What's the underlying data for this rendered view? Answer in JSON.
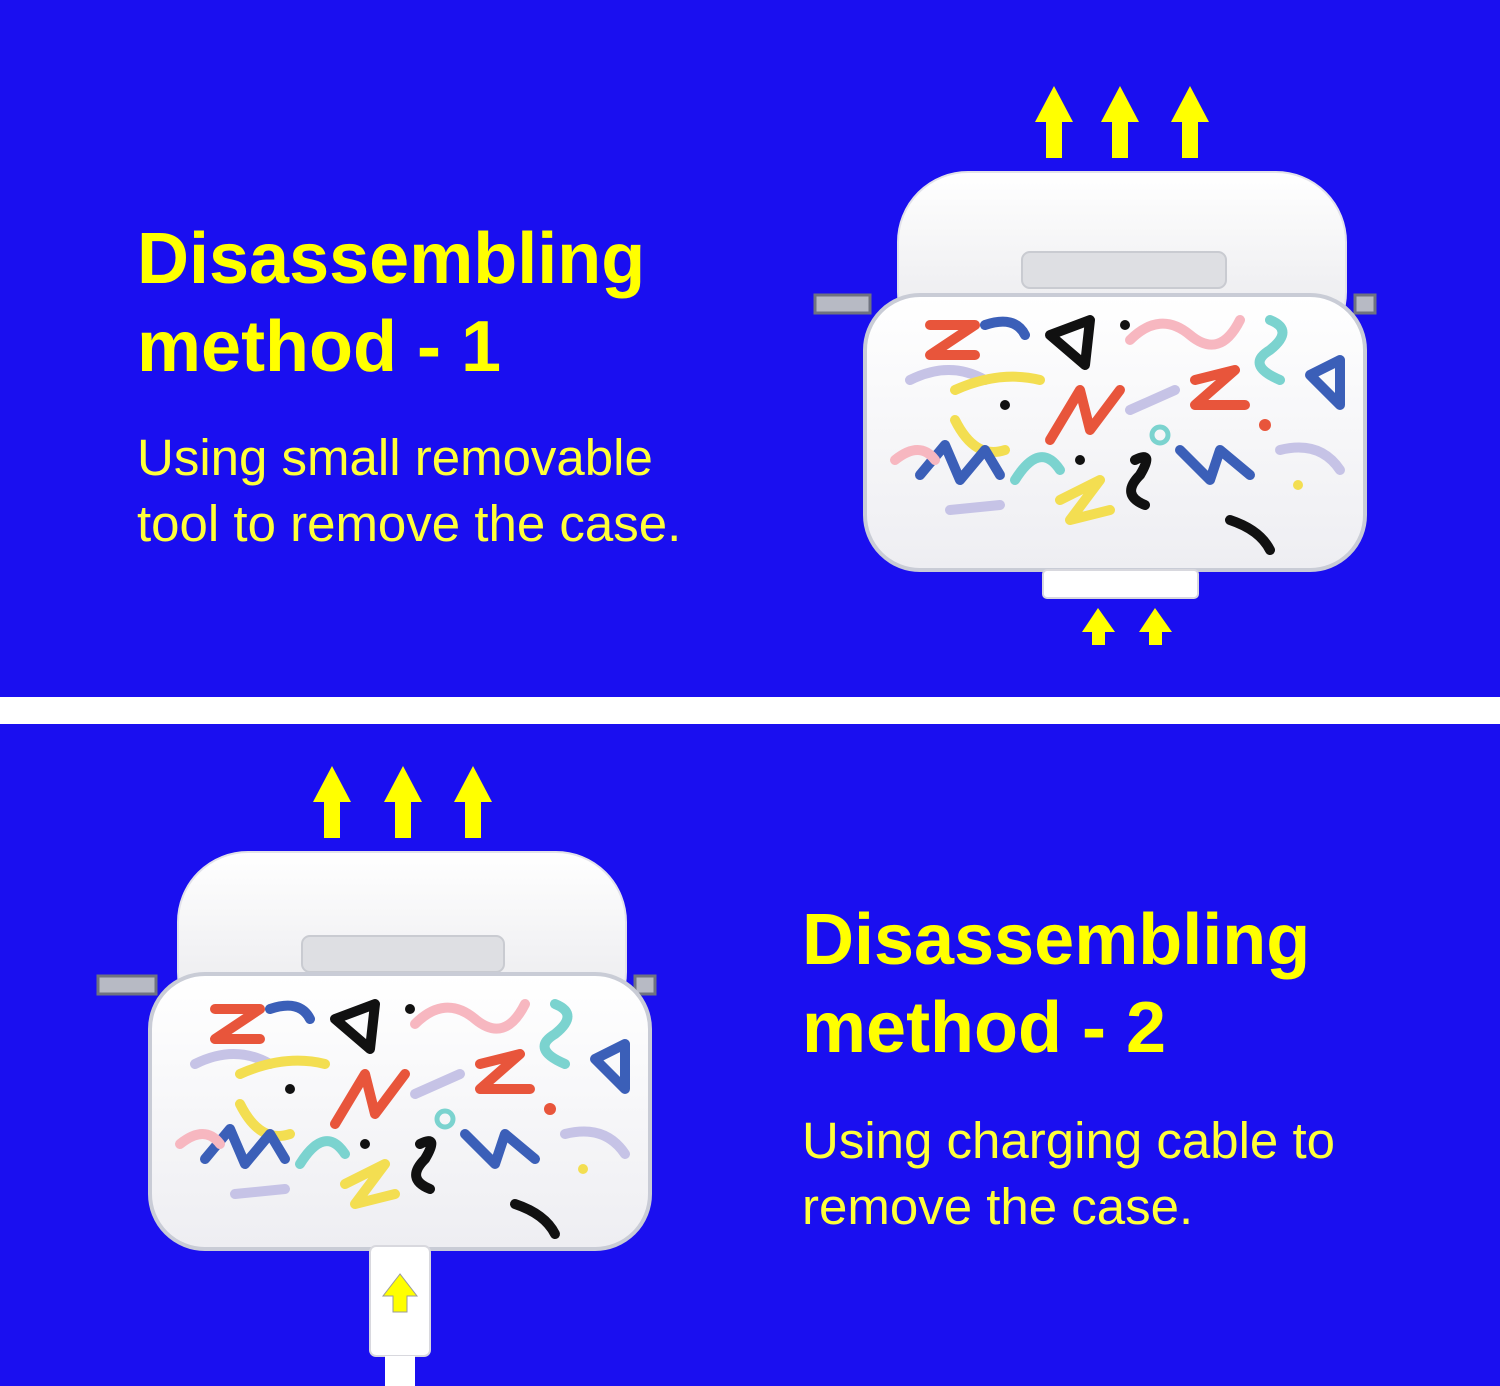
{
  "method1": {
    "title_line1": "Disassembling",
    "title_line2": "method - 1",
    "desc_line1": "Using small removable",
    "desc_line2": "tool to remove the case."
  },
  "method2": {
    "title_line1": "Disassembling",
    "title_line2": "method - 2",
    "desc_line1": "Using charging cable to",
    "desc_line2": "remove the case."
  },
  "colors": {
    "background": "#1a0ff0",
    "title_text": "#ffff00",
    "arrow": "#ffff00",
    "divider": "#ffffff"
  },
  "icons": [
    "up-arrow-icon",
    "airpods-case-image",
    "charging-cable-image"
  ]
}
